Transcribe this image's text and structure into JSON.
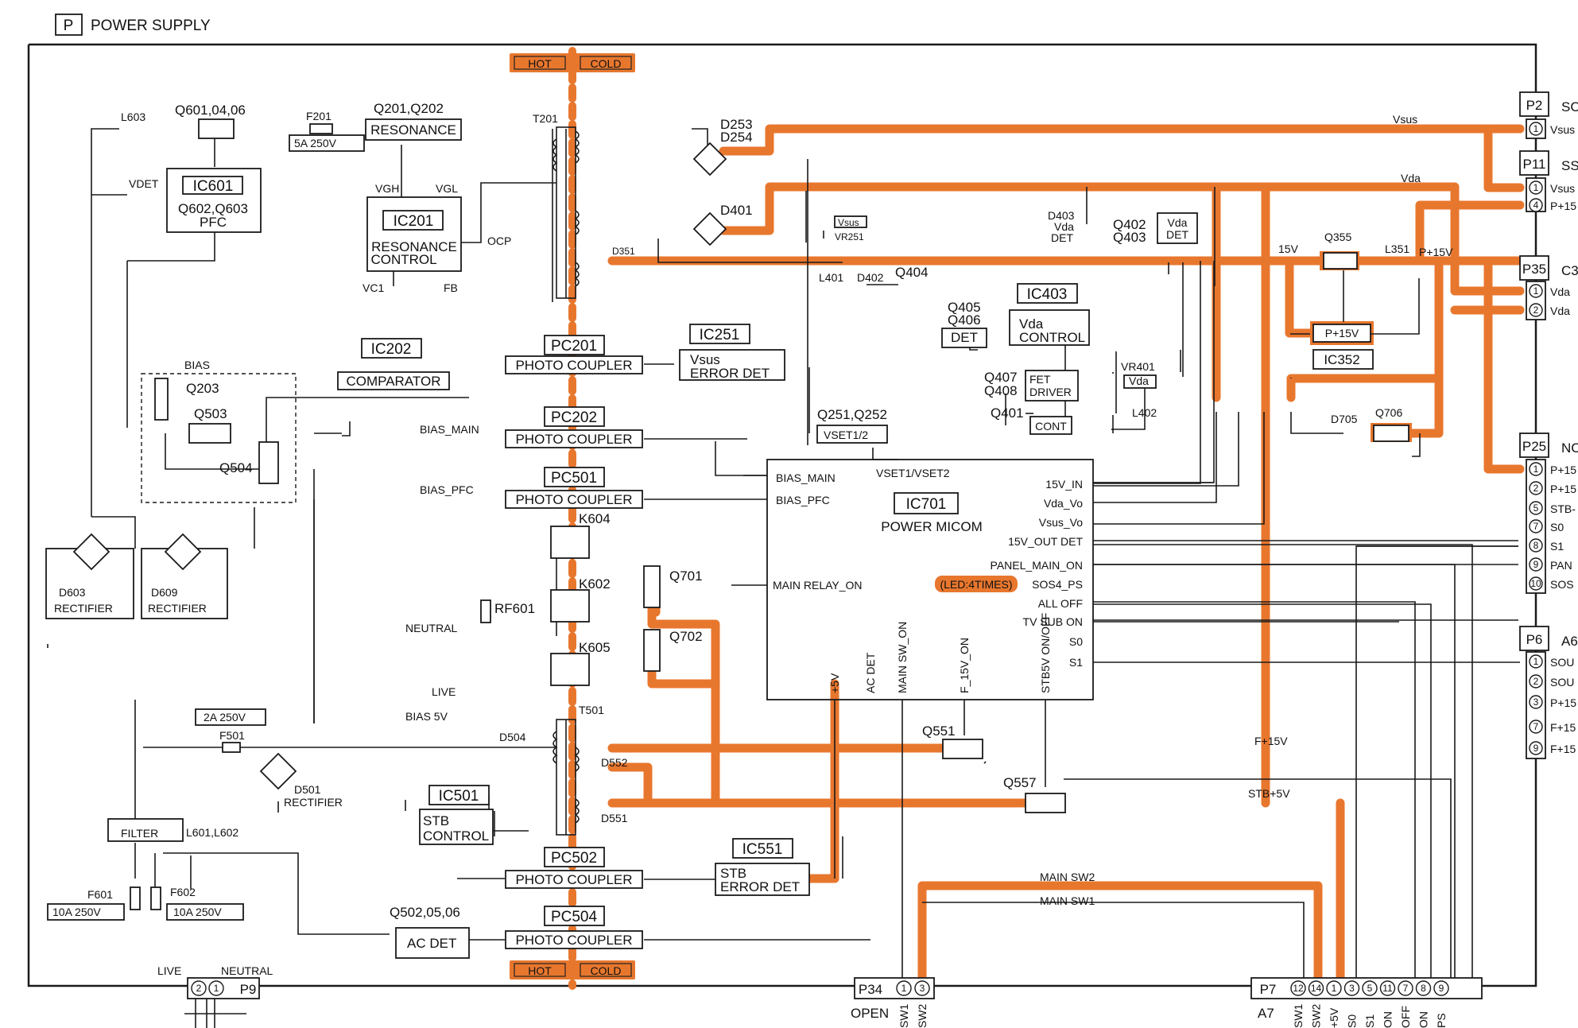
{
  "header": {
    "section_box": "P",
    "title": "POWER SUPPLY"
  },
  "isolation": {
    "hot": "HOT",
    "cold": "COLD"
  },
  "blocks": {
    "ic601": {
      "name": "IC601",
      "sub1": "Q602,Q603",
      "sub2": "PFC"
    },
    "ic201": {
      "name": "IC201",
      "sub1": "RESONANCE",
      "sub2": "CONTROL"
    },
    "resonance": {
      "ref": "Q201,Q202",
      "label": "RESONANCE"
    },
    "ic202": {
      "name": "IC202",
      "label": "COMPARATOR"
    },
    "pc201": {
      "name": "PC201",
      "label": "PHOTO COUPLER"
    },
    "pc202": {
      "name": "PC202",
      "label": "PHOTO COUPLER"
    },
    "pc501": {
      "name": "PC501",
      "label": "PHOTO COUPLER"
    },
    "pc502": {
      "name": "PC502",
      "label": "PHOTO COUPLER"
    },
    "pc504": {
      "name": "PC504",
      "label": "PHOTO COUPLER"
    },
    "ic251": {
      "name": "IC251",
      "sub1": "Vsus",
      "sub2": "ERROR DET"
    },
    "ic551": {
      "name": "IC551",
      "sub1": "STB",
      "sub2": "ERROR DET"
    },
    "ic501": {
      "name": "IC501",
      "sub1": "STB",
      "sub2": "CONTROL"
    },
    "ic403": {
      "name": "IC403",
      "sub1": "Vda",
      "sub2": "CONTROL"
    },
    "ic352": {
      "name": "IC352",
      "label": "P+15V"
    },
    "ic701": {
      "name": "IC701",
      "label": "POWER MICOM"
    },
    "acdet": {
      "ref": "Q502,05,06",
      "label": "AC DET"
    },
    "filter": {
      "label": "FILTER",
      "ref": "L601,L602"
    },
    "q405": {
      "ref1": "Q405",
      "ref2": "Q406",
      "label": "DET"
    },
    "q407": {
      "ref1": "Q407",
      "ref2": "Q408",
      "label1": "FET",
      "label2": "DRIVER"
    },
    "q401": {
      "ref": "Q401",
      "label": "CONT"
    },
    "vdadet": {
      "ref1": "Q402",
      "ref2": "Q403",
      "label1": "Vda",
      "label2": "DET"
    },
    "vset": {
      "ref": "Q251,Q252",
      "label": "VSET1/2"
    }
  },
  "components": {
    "l603": "L603",
    "q601": "Q601,04,06",
    "f201": "F201",
    "f201_rating": "5A 250V",
    "t201": "T201",
    "t501": "T501",
    "d253": "D253",
    "d254": "D254",
    "d401": "D401",
    "d351": "D351",
    "d403_1": "D403",
    "d403_2": "Vda",
    "d403_3": "DET",
    "vr251_label": "Vsus",
    "vr251": "VR251",
    "vr401": "VR401",
    "vr401_label": "Vda",
    "l401": "L401",
    "d402": "D402",
    "q404": "Q404",
    "l402": "L402",
    "q355": "Q355",
    "l351": "L351",
    "d705": "D705",
    "q706": "Q706",
    "vdet": "VDET",
    "vgh": "VGH",
    "vgl": "VGL",
    "ocp": "OCP",
    "vc1": "VC1",
    "fb": "FB",
    "bias": "BIAS",
    "q203": "Q203",
    "q503": "Q503",
    "q504": "Q504",
    "k604": "K604",
    "k602": "K602",
    "k605": "K605",
    "rf601": "RF601",
    "q701": "Q701",
    "q702": "Q702",
    "d603": "D603",
    "d609": "D609",
    "rect": "RECTIFIER",
    "d501": "D501",
    "d504": "D504",
    "d552": "D552",
    "d551": "D551",
    "q551": "Q551",
    "q557": "Q557",
    "f501": "F501",
    "f501_rating": "2A 250V",
    "f601": "F601",
    "f601_rating": "10A 250V",
    "f602": "F602",
    "f602_rating": "10A 250V"
  },
  "nets": {
    "bias_main": "BIAS_MAIN",
    "bias_pfc": "BIAS_PFC",
    "neutral": "NEUTRAL",
    "live": "LIVE",
    "bias5v": "BIAS 5V",
    "vsus": "Vsus",
    "vda": "Vda",
    "v15": "15V",
    "p15v": "P+15V",
    "f15v": "F+15V",
    "stb5v": "STB+5V",
    "mainsw2": "MAIN SW2",
    "mainsw1": "MAIN SW1",
    "vset12": "VSET1/VSET2"
  },
  "micom_pins_left": [
    "BIAS_MAIN",
    "BIAS_PFC",
    "MAIN RELAY_ON"
  ],
  "micom_pins_right": [
    "15V_IN",
    "Vda_Vo",
    "Vsus_Vo",
    "15V_OUT DET",
    "PANEL_MAIN_ON",
    "SOS4_PS",
    "ALL OFF",
    "TV SUB ON",
    "S0",
    "S1"
  ],
  "micom_pins_bottom": [
    "+5V",
    "AC DET",
    "MAIN SW_ON",
    "F_15V_ON",
    "STB5V ON/OFF"
  ],
  "led_note": "(LED:4TIMES)",
  "connectors": {
    "p2": {
      "name": "P2",
      "partial": "SC",
      "pins": [
        {
          "n": "1",
          "s": "Vsus"
        }
      ]
    },
    "p11": {
      "name": "P11",
      "partial": "SS",
      "pins": [
        {
          "n": "1",
          "s": "Vsus"
        },
        {
          "n": "4",
          "s": "P+15"
        }
      ]
    },
    "p35": {
      "name": "P35",
      "partial": "C3",
      "pins": [
        {
          "n": "1",
          "s": "Vda"
        },
        {
          "n": "2",
          "s": "Vda"
        }
      ]
    },
    "p25": {
      "name": "P25",
      "partial": "NC",
      "pins": [
        {
          "n": "1",
          "s": "P+15"
        },
        {
          "n": "2",
          "s": "P+15"
        },
        {
          "n": "5",
          "s": "STB-"
        },
        {
          "n": "7",
          "s": "S0"
        },
        {
          "n": "8",
          "s": "S1"
        },
        {
          "n": "9",
          "s": "PAN"
        },
        {
          "n": "10",
          "s": "SOS"
        }
      ]
    },
    "p6": {
      "name": "P6",
      "partial": "A6",
      "pins": [
        {
          "n": "1",
          "s": "SOU"
        },
        {
          "n": "2",
          "s": "SOU"
        },
        {
          "n": "3",
          "s": "P+15"
        },
        {
          "n": "7",
          "s": "F+15"
        },
        {
          "n": "9",
          "s": "F+15"
        }
      ]
    },
    "p9": {
      "name": "P9",
      "pins": [
        "2",
        "1"
      ],
      "live": "LIVE",
      "neutral": "NEUTRAL"
    },
    "p34": {
      "name": "P34",
      "pins": [
        "1",
        "3"
      ],
      "under": "OPEN",
      "sigs": [
        "SW1",
        "SW2"
      ]
    },
    "p7": {
      "name": "P7",
      "under": "A7",
      "pins": [
        "12",
        "14",
        "1",
        "3",
        "5",
        "11",
        "7",
        "8",
        "9"
      ],
      "sigs": [
        "SW1",
        "SW2",
        "+5V",
        "S0",
        "S1",
        "ON",
        "OFF",
        "ON",
        "PS"
      ]
    }
  }
}
